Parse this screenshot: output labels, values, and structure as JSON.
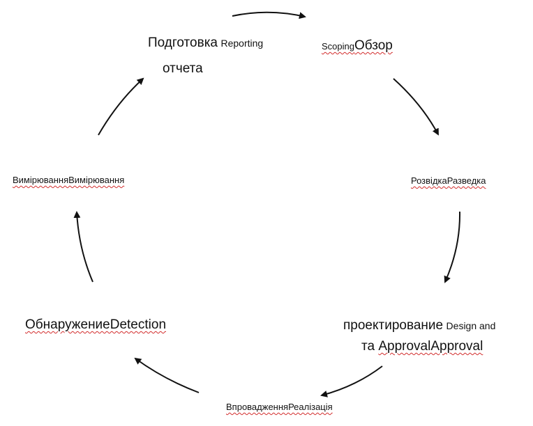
{
  "nodes": {
    "reporting": {
      "line1_big": "Подготовка",
      "line1_small": "Reporting",
      "line2": "отчета"
    },
    "scoping": {
      "small": "Scoping",
      "big": "Обзор"
    },
    "recon": {
      "text": "РозвідкаРазведка"
    },
    "design": {
      "line1_big": "проектирование",
      "line1_small": "Design and",
      "line2_prefix": "та",
      "line2_underlined": "ApprovalApproval"
    },
    "implementation": {
      "text": "ВпровадженняРеалізація"
    },
    "detection": {
      "text": "ОбнаружениеDetection"
    },
    "measurement": {
      "text": "ВимірюванняВимірювання"
    }
  },
  "colors": {
    "arrow": "#111111",
    "spellcheck_underline": "#d22c2c"
  }
}
